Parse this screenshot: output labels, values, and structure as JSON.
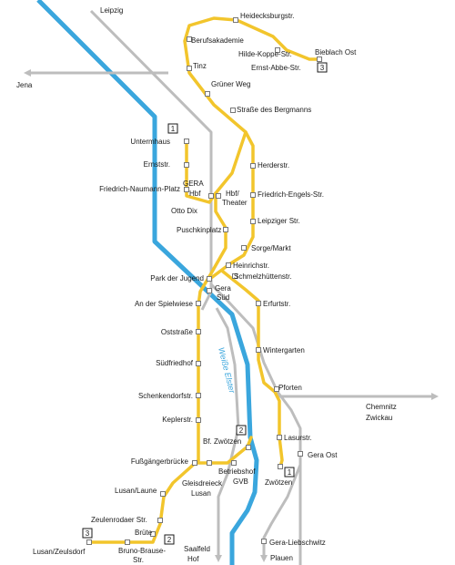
{
  "colors": {
    "tram": "#f2c52c",
    "rail": "#bdbdbd",
    "river": "#3aa6dd",
    "station_fill": "#ffffff",
    "station_stroke": "#777777",
    "text": "#1a1a1a"
  },
  "river_name": "Weiße Elster",
  "line_tags": [
    "1",
    "2",
    "3"
  ],
  "rail_destinations": {
    "leipzig": "Leipzig",
    "jena": "Jena",
    "chemnitz_zwickau": [
      "Chemnitz",
      "Zwickau"
    ],
    "saalfeld_hof": [
      "Saalfeld",
      "Hof"
    ],
    "plauen": "Plauen"
  },
  "stations": {
    "heidecksburgstr": "Heidecksburgstr.",
    "berufsakademie": "Berufsakademie",
    "hilde_koppe": "Hilde-Koppe-Str.",
    "bieblach_ost": "Bieblach Ost",
    "ernst_abbe": "Ernst-Abbe-Str.",
    "tinz": "Tinz",
    "gruener_weg": "Grüner Weg",
    "strasse_bergmanns": "Straße des Bergmanns",
    "untermhaus": "Untermhaus",
    "ernststr": "Ernststr.",
    "herderstr": "Herderstr.",
    "gera_hbf": [
      "GERA",
      "Hbf"
    ],
    "hbf_theater": [
      "Hbf/",
      "Theater"
    ],
    "friedrich_naumann": "Friedrich-Naumann-Platz",
    "friedrich_engels": "Friedrich-Engels-Str.",
    "otto_dix": "Otto Dix",
    "leipziger_str": "Leipziger Str.",
    "puschkinplatz": "Puschkinplatz",
    "sorge_markt": "Sorge/Markt",
    "heinrichstr": "Heinrichstr.",
    "park_der_jugend": "Park der Jugend",
    "schmelzhuettenstr": "Schmelzhüttenstr.",
    "gera_sued": [
      "Gera",
      "Süd"
    ],
    "an_der_spielwiese": "An der Spielwiese",
    "erfurtstr": "Erfurtstr.",
    "oststrasse": "Oststraße",
    "wintergarten": "Wintergarten",
    "suedfriedhof": "Südfriedhof",
    "pforten": "Pforten",
    "schenkendorfstr": "Schenkendorfstr.",
    "keplerstr": "Keplerstr.",
    "lasurstr": "Lasurstr.",
    "bf_zwoetzen": "Bf. Zwötzen",
    "gera_ost": "Gera Ost",
    "fussgaengerbruecke": "Fußgängerbrücke",
    "betriebshof": [
      "Betriebshof",
      "GVB"
    ],
    "zwoetzen": "Zwötzen",
    "lusan_laune": "Lusan/Laune",
    "gleisdreieck": [
      "Gleisdreieck",
      "Lusan"
    ],
    "zeulenrodaer": "Zeulenrodaer Str.",
    "bruete": "Brüte",
    "lusan_zeulsdorf": "Lusan/Zeulsdorf",
    "bruno_brause": [
      "Bruno-Brause-",
      "Str."
    ],
    "gera_liebschwitz": "Gera-Liebschwitz"
  }
}
